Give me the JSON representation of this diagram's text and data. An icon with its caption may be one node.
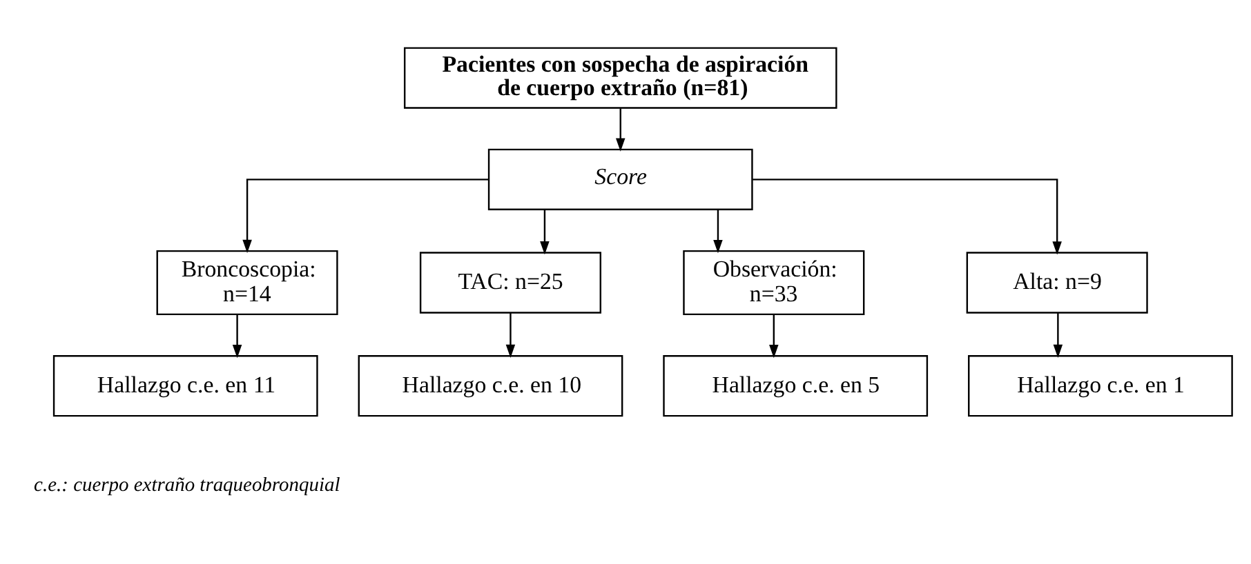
{
  "diagram": {
    "nodes": [
      {
        "text": [
          "Pacientes con sospecha de aspiración de cuerpo extraño (n=81)"
        ]
      },
      {
        "text": [
          "Score"
        ]
      },
      {
        "text": [
          "Broncoscopia: n=14"
        ]
      },
      {
        "text": [
          "TAC: n=25"
        ]
      },
      {
        "text": [
          "Observación: n=33"
        ]
      },
      {
        "text": [
          "Alta: n=9"
        ]
      },
      {
        "text": [
          "Hallazgo c.e. en 11"
        ]
      },
      {
        "text": [
          "Hallazgo c.e. en 10"
        ]
      },
      {
        "text": [
          "Hallazgo c.e. en 5"
        ]
      },
      {
        "text": [
          "Hallazgo c.e. en 1"
        ]
      }
    ],
    "edges": [
      {
        "from": 0,
        "to": 1,
        "arrow": "to"
      },
      {
        "from": 1,
        "to": 2,
        "arrow": "to"
      },
      {
        "from": 1,
        "to": 3,
        "arrow": "to"
      },
      {
        "from": 1,
        "to": 4,
        "arrow": "to"
      },
      {
        "from": 1,
        "to": 5,
        "arrow": "to"
      },
      {
        "from": 2,
        "to": 6,
        "arrow": "to"
      },
      {
        "from": 3,
        "to": 7,
        "arrow": "to"
      },
      {
        "from": 4,
        "to": 8,
        "arrow": "to"
      },
      {
        "from": 5,
        "to": 9,
        "arrow": "to"
      }
    ],
    "labels": [
      "c.e.: cuerpo extraño traqueobronquial"
    ]
  }
}
